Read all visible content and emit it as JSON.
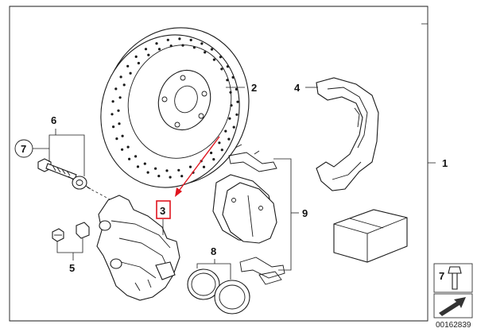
{
  "callouts": {
    "c1": "1",
    "c2": "2",
    "c3": "3",
    "c4": "4",
    "c5": "5",
    "c6": "6",
    "c7": "7",
    "c8": "8",
    "c9": "9",
    "legend7": "7"
  },
  "doc_number": "00162839",
  "colors": {
    "highlight": "#e0141e",
    "line": "#1a1a1a"
  }
}
